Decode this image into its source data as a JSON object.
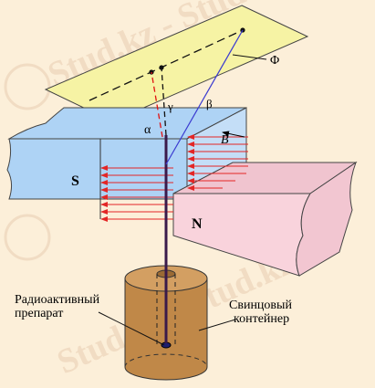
{
  "watermark": "Stud.kz - Stud.kz",
  "magnet": {
    "south_label": "S",
    "north_label": "N"
  },
  "field": {
    "label": "B",
    "vector_mark": "→"
  },
  "screen": {
    "label": "Φ"
  },
  "rays": {
    "alpha": {
      "label": "α",
      "color": "#e01010"
    },
    "beta": {
      "label": "β",
      "color": "#3a3ad0"
    },
    "gamma": {
      "label": "γ",
      "color": "#000000"
    }
  },
  "source": {
    "line1": "Радиоактивный",
    "line2": "препарат"
  },
  "container": {
    "line1": "Свинцовый",
    "line2": "контейнер"
  },
  "colors": {
    "screen": "#f6f3a4",
    "south_face": "#aed3f5",
    "north_face": "#f9d3dc",
    "container": "#c08848",
    "field_lines": "#e32626"
  }
}
